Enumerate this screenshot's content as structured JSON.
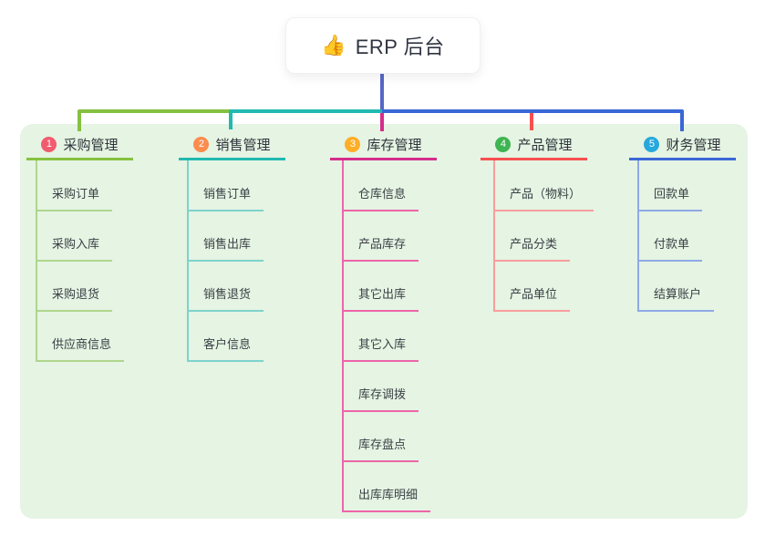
{
  "root_node": {
    "emoji": "👍",
    "title": "ERP 后台",
    "connector_color": "#5767c6"
  },
  "canvas": {
    "background": "#ffffff",
    "panel_color": "#e5f4e3"
  },
  "branches": [
    {
      "number": "1",
      "label": "采购管理",
      "badge_color": "#f15b6e",
      "line_color": "#85c140",
      "child_line_color": "#aed68d",
      "children": [
        "采购订单",
        "采购入库",
        "采购退货",
        "供应商信息"
      ]
    },
    {
      "number": "2",
      "label": "销售管理",
      "badge_color": "#fb8c4e",
      "line_color": "#21b9b0",
      "child_line_color": "#7ed3cc",
      "children": [
        "销售订单",
        "销售出库",
        "销售退货",
        "客户信息"
      ]
    },
    {
      "number": "3",
      "label": "库存管理",
      "badge_color": "#ffae28",
      "line_color": "#d62d8c",
      "child_line_color": "#ee65a9",
      "children": [
        "仓库信息",
        "产品库存",
        "其它出库",
        "其它入库",
        "库存调拨",
        "库存盘点",
        "出库库明细"
      ]
    },
    {
      "number": "4",
      "label": "产品管理",
      "badge_color": "#3fb452",
      "line_color": "#f85050",
      "child_line_color": "#f99d9d",
      "children": [
        "产品（物料）",
        "产品分类",
        "产品单位"
      ]
    },
    {
      "number": "5",
      "label": "财务管理",
      "badge_color": "#27a8dc",
      "line_color": "#3a67d8",
      "child_line_color": "#8fa9e6",
      "children": [
        "回款单",
        "付款单",
        "结算账户"
      ]
    }
  ]
}
